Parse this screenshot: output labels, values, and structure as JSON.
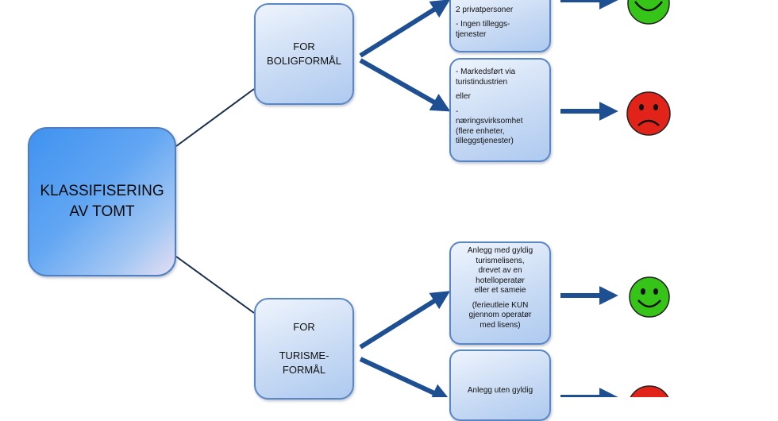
{
  "root": {
    "lines": [
      "KLASSIFISERING",
      "AV TOMT"
    ]
  },
  "branches": [
    {
      "lines": [
        "FOR",
        "BOLIGFORMÅL"
      ],
      "outcomes": [
        {
          "lines": [
            "2 privatpersoner",
            "- Ingen tilleggs-",
            "tjenester"
          ],
          "result": "positive"
        },
        {
          "lines": [
            "- Markedsført via",
            "turistindustrien",
            "eller",
            "-",
            "næringsvirksomhet",
            "(flere enheter,",
            "tilleggstjenester)"
          ],
          "result": "negative"
        }
      ]
    },
    {
      "lines": [
        "FOR",
        "TURISME-",
        "FORMÅL"
      ],
      "outcomes": [
        {
          "lines": [
            "Anlegg med gyldig",
            "turismelisens,",
            "drevet av en",
            "hotelloperatør",
            "eller et sameie",
            "(ferieutleie KUN",
            "gjennom operatør",
            "med lisens)"
          ],
          "result": "positive"
        },
        {
          "lines": [
            "Anlegg uten gyldig"
          ],
          "result": "negative"
        }
      ]
    }
  ],
  "colors": {
    "arrow": "#1f4f93",
    "connector": "#1a2f4a",
    "positive_face": "#36c418",
    "negative_face": "#e2231a",
    "face_outline": "#222222"
  },
  "icons": {
    "positive": "smiley-face-icon",
    "negative": "sad-face-icon"
  }
}
